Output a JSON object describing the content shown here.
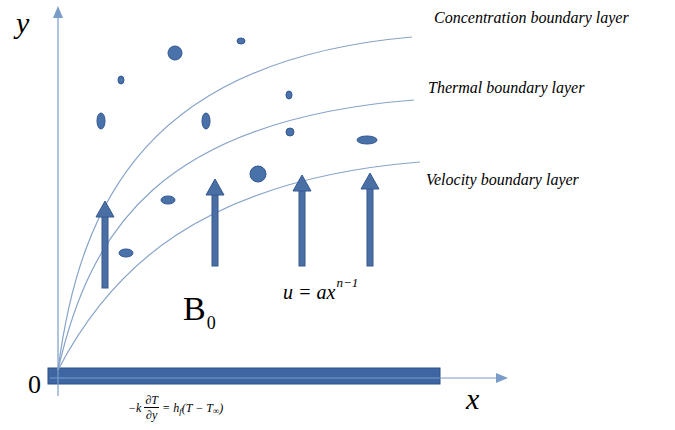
{
  "diagram": {
    "labels": [
      "Concentration boundary layer",
      "Thermal boundary layer",
      "Velocity boundary layer",
      "y",
      "x",
      "0",
      "B",
      "0",
      "u = ax",
      "n−1",
      "−k",
      "∂T",
      "∂y",
      "= h",
      "f",
      "(T − T",
      "∞",
      ")"
    ]
  }
}
